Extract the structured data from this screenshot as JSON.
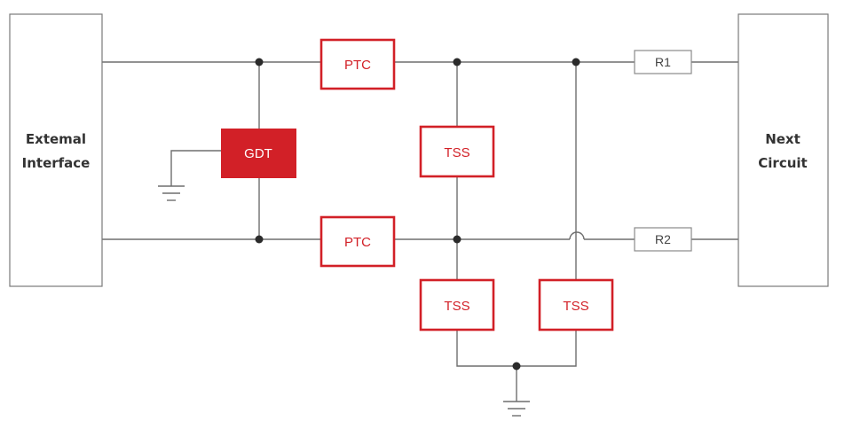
{
  "left_block": {
    "line1": "Extemal",
    "line2": "Interface"
  },
  "right_block": {
    "line1": "Next",
    "line2": "Circuit"
  },
  "components": {
    "gdt": "GDT",
    "ptc_top": "PTC",
    "ptc_bottom": "PTC",
    "tss_middle": "TSS",
    "tss_bottom_left": "TSS",
    "tss_bottom_right": "TSS",
    "r1": "R1",
    "r2": "R2"
  },
  "colors": {
    "component_red": "#d22027",
    "wire_gray": "#6e6e6e",
    "node_dark": "#2b2b2b",
    "box_outline": "#7a7a7a"
  },
  "icons": [
    "ground-icon"
  ]
}
